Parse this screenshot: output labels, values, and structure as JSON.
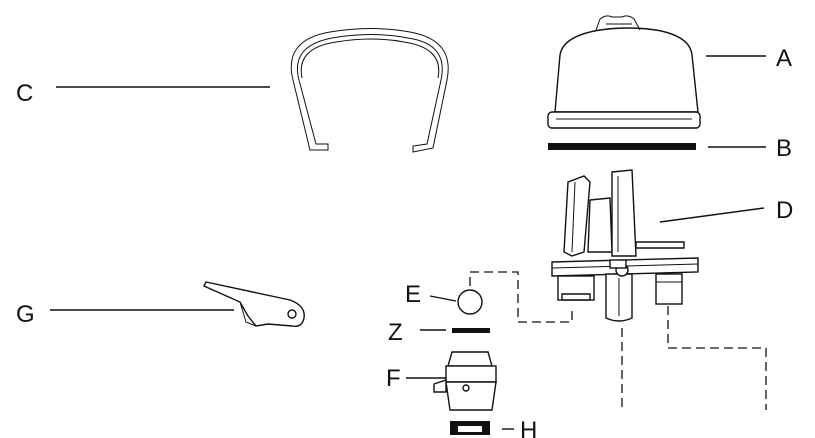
{
  "labels": {
    "a": "A",
    "b": "B",
    "c": "C",
    "d": "D",
    "e": "E",
    "f": "F",
    "g": "G",
    "h": "H",
    "z": "Z"
  },
  "colors": {
    "ink": "#111111",
    "paper": "#ffffff"
  }
}
